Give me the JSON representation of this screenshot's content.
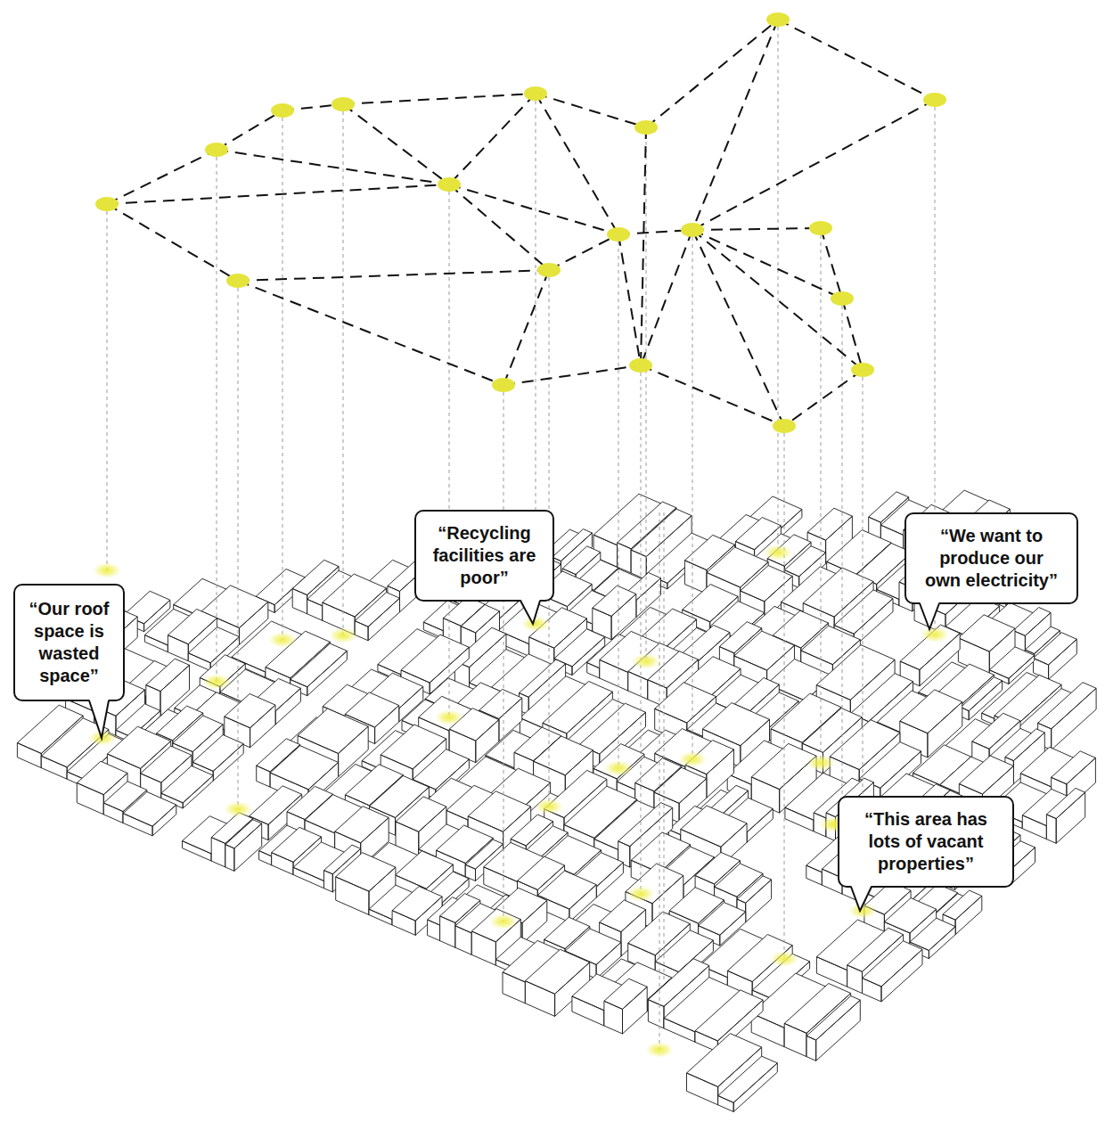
{
  "diagram": {
    "nodes": [
      {
        "text": [
          "“Recycling facilities are poor”"
        ]
      },
      {
        "text": [
          "“We want to produce our own electricity”"
        ]
      },
      {
        "text": [
          "“Our roof space is wasted space”"
        ]
      },
      {
        "text": [
          "“This area has lots of vacant properties”"
        ]
      }
    ]
  }
}
